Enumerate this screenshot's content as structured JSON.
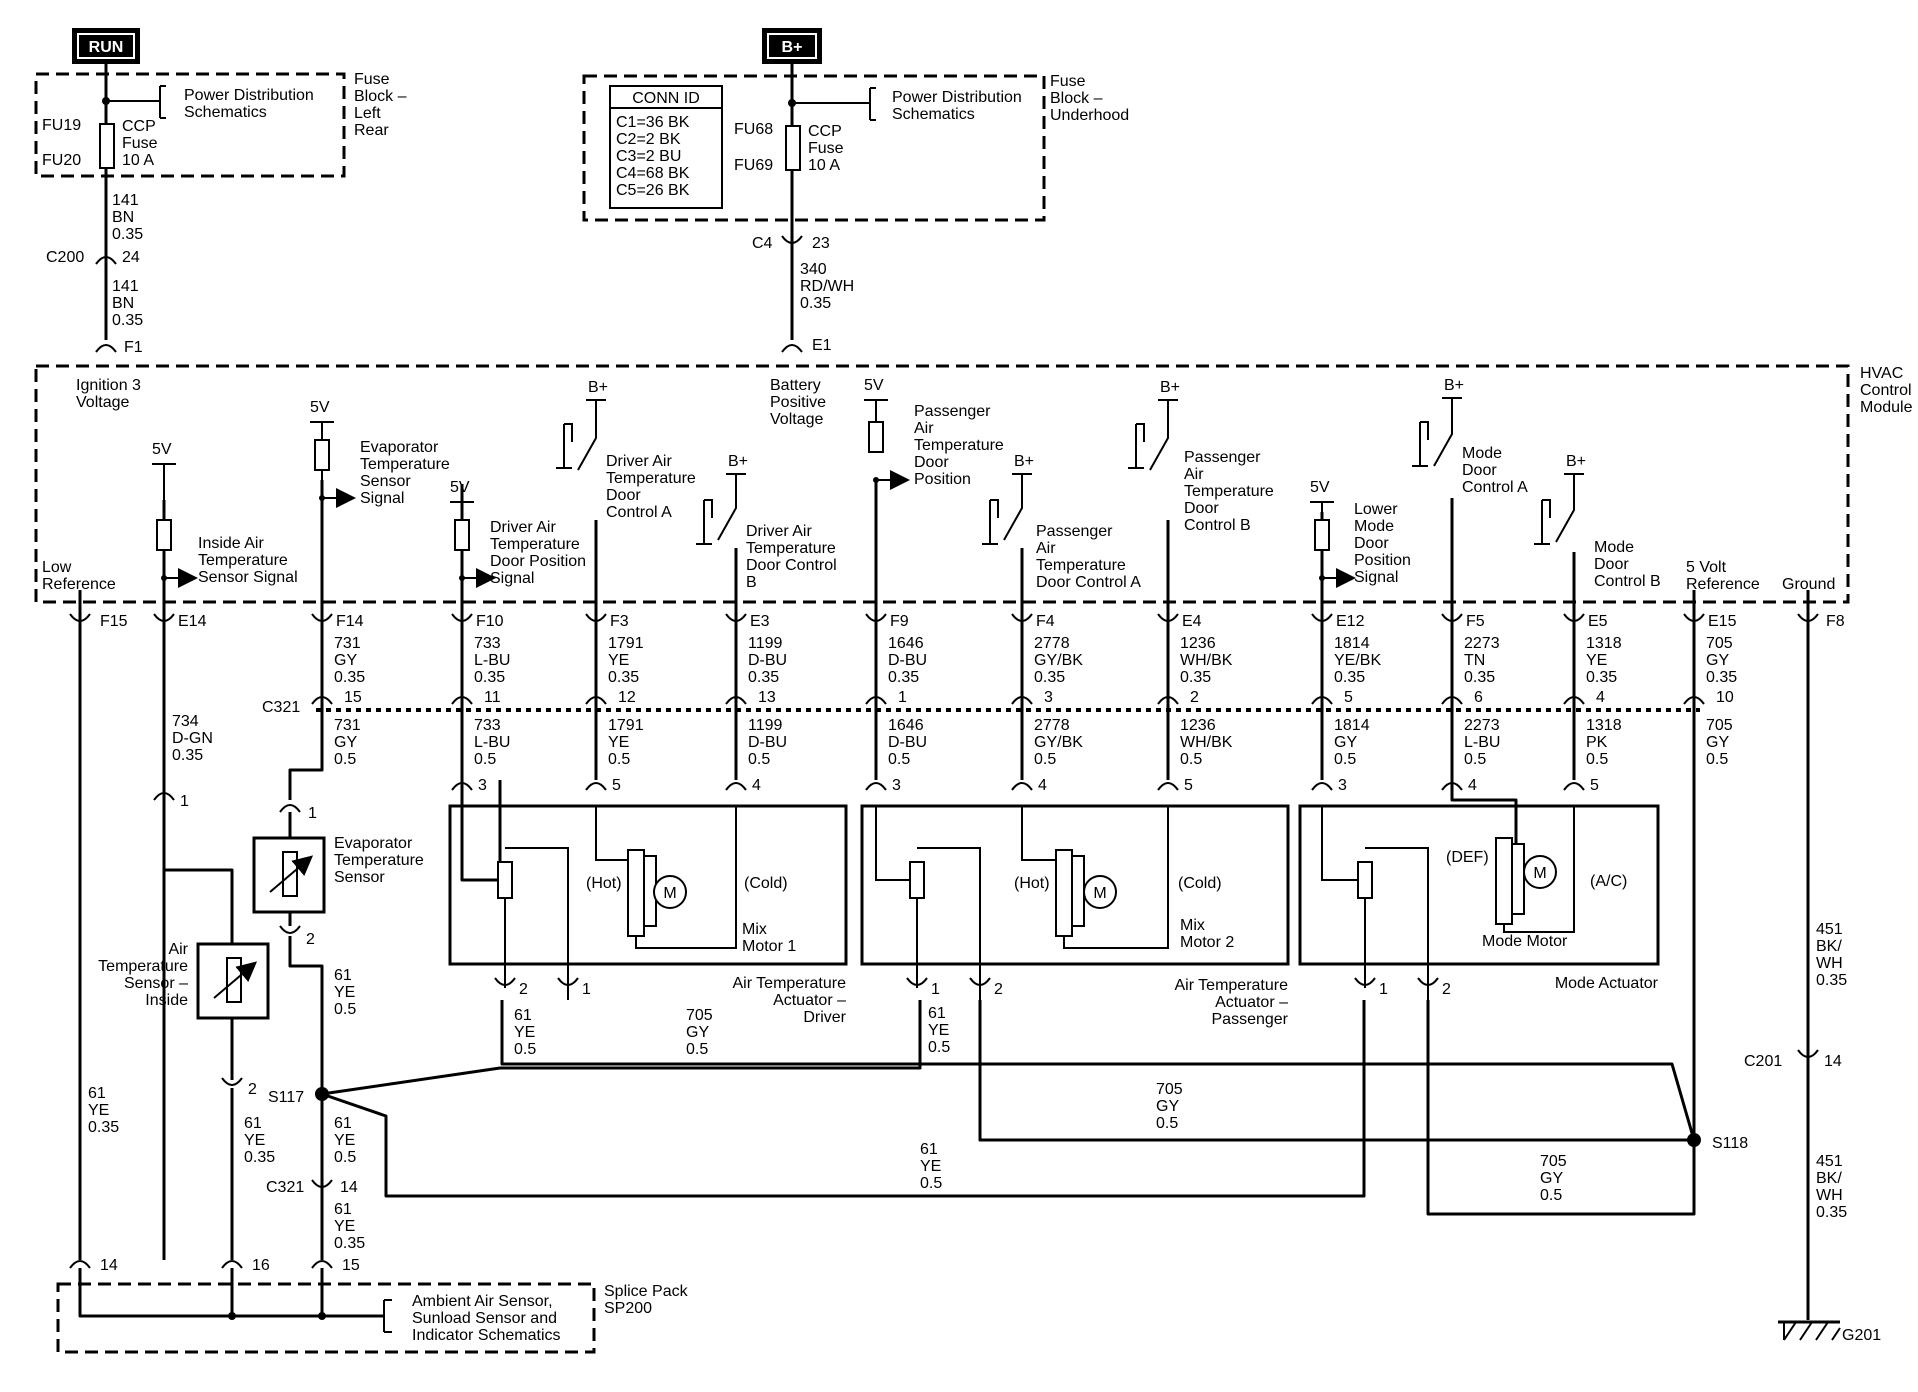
{
  "power": {
    "run": "RUN",
    "bplus": "B+",
    "pds_left": [
      "Power Distribution",
      "Schematics"
    ],
    "pds_right": [
      "Power Distribution",
      "Schematics"
    ],
    "fuse_block_left": [
      "Fuse",
      "Block –",
      "Left",
      "Rear"
    ],
    "fuse_block_right": [
      "Fuse",
      "Block –",
      "Underhood"
    ],
    "fu19": "FU19",
    "fu20": "FU20",
    "fu68": "FU68",
    "fu69": "FU69",
    "ccp_left": [
      "CCP",
      "Fuse",
      "10 A"
    ],
    "ccp_right": [
      "CCP",
      "Fuse",
      "10 A"
    ]
  },
  "conn_id": {
    "title": "CONN ID",
    "rows": [
      "C1=36 BK",
      "C2=2 BK",
      "C3=2 BU",
      "C4=68 BK",
      "C5=26 BK"
    ]
  },
  "wires": {
    "w141a": [
      "141",
      "BN",
      "0.35"
    ],
    "w141b": [
      "141",
      "BN",
      "0.35"
    ],
    "c200": "C200",
    "c200_pin": "24",
    "f1": "F1",
    "c4": "C4",
    "c4_pin": "23",
    "w340": [
      "340",
      "RD/WH",
      "0.35"
    ],
    "e1": "E1"
  },
  "module": {
    "name": [
      "HVAC",
      "Control",
      "Module"
    ],
    "ign": [
      "Ignition 3",
      "Voltage"
    ],
    "batt": [
      "Battery",
      "Positive",
      "Voltage"
    ],
    "low_ref": [
      "Low",
      "Reference"
    ],
    "evap_sig": [
      "Evaporator",
      "Temperature",
      "Sensor",
      "Signal"
    ],
    "inside_sig": [
      "Inside Air",
      "Temperature",
      "Sensor Signal"
    ],
    "drv_pos": [
      "Driver Air",
      "Temperature",
      "Door Position",
      "Signal"
    ],
    "drv_a": [
      "Driver Air",
      "Temperature",
      "Door",
      "Control A"
    ],
    "drv_b": [
      "Driver Air",
      "Temperature",
      "Door Control",
      "B"
    ],
    "pass_pos": [
      "Passenger",
      "Air",
      "Temperature",
      "Door",
      "Position"
    ],
    "pass_a": [
      "Passenger",
      "Air",
      "Temperature",
      "Door Control A"
    ],
    "pass_b": [
      "Passenger",
      "Air",
      "Temperature",
      "Door",
      "Control B"
    ],
    "lower_mode": [
      "Lower",
      "Mode",
      "Door",
      "Position",
      "Signal"
    ],
    "mode_a": [
      "Mode",
      "Door",
      "Control A"
    ],
    "mode_b": [
      "Mode",
      "Door",
      "Control B"
    ],
    "five_ref": [
      "5 Volt",
      "Reference"
    ],
    "ground": "Ground",
    "v5": "5V",
    "bp": "B+"
  },
  "columns": [
    {
      "pin": "F15"
    },
    {
      "pin": "E14"
    },
    {
      "pin": "F14",
      "up": [
        "731",
        "GY",
        "0.35"
      ],
      "cpin": "15",
      "lo": [
        "731",
        "GY",
        "0.5"
      ]
    },
    {
      "pin": "F10",
      "up": [
        "733",
        "L-BU",
        "0.35"
      ],
      "cpin": "11",
      "lo": [
        "733",
        "L-BU",
        "0.5"
      ]
    },
    {
      "pin": "F3",
      "up": [
        "1791",
        "YE",
        "0.35"
      ],
      "cpin": "12",
      "lo": [
        "1791",
        "YE",
        "0.5"
      ]
    },
    {
      "pin": "E3",
      "up": [
        "1199",
        "D-BU",
        "0.35"
      ],
      "cpin": "13",
      "lo": [
        "1199",
        "D-BU",
        "0.5"
      ]
    },
    {
      "pin": "F9",
      "up": [
        "1646",
        "D-BU",
        "0.35"
      ],
      "cpin": "1",
      "lo": [
        "1646",
        "D-BU",
        "0.5"
      ]
    },
    {
      "pin": "F4",
      "up": [
        "2778",
        "GY/BK",
        "0.35"
      ],
      "cpin": "3",
      "lo": [
        "2778",
        "GY/BK",
        "0.5"
      ]
    },
    {
      "pin": "E4",
      "up": [
        "1236",
        "WH/BK",
        "0.35"
      ],
      "cpin": "2",
      "lo": [
        "1236",
        "WH/BK",
        "0.5"
      ]
    },
    {
      "pin": "E12",
      "up": [
        "1814",
        "YE/BK",
        "0.35"
      ],
      "cpin": "5",
      "lo": [
        "1814",
        "GY",
        "0.5"
      ]
    },
    {
      "pin": "F5",
      "up": [
        "2273",
        "TN",
        "0.35"
      ],
      "cpin": "6",
      "lo": [
        "2273",
        "L-BU",
        "0.5"
      ]
    },
    {
      "pin": "E5",
      "up": [
        "1318",
        "YE",
        "0.35"
      ],
      "cpin": "4",
      "lo": [
        "1318",
        "PK",
        "0.5"
      ]
    },
    {
      "pin": "E15",
      "up": [
        "705",
        "GY",
        "0.35"
      ],
      "cpin": "10",
      "lo": [
        "705",
        "GY",
        "0.5"
      ]
    },
    {
      "pin": "F8"
    }
  ],
  "c321": "C321",
  "act_pins": {
    "d3": "3",
    "d5": "5",
    "d4": "4",
    "p3": "3",
    "p4": "4",
    "p5": "5",
    "m3": "3",
    "m4": "4",
    "m5": "5",
    "d2": "2",
    "d1": "1",
    "p1": "1",
    "p2": "2",
    "m1": "1",
    "m2": "2"
  },
  "actuators": {
    "drv_name": [
      "Air Temperature",
      "Actuator –",
      "Driver"
    ],
    "pass_name": [
      "Air Temperature",
      "Actuator –",
      "Passenger"
    ],
    "mode_name": "Mode Actuator",
    "hot": "(Hot)",
    "cold": "(Cold)",
    "mix1": [
      "Mix",
      "Motor 1"
    ],
    "mix2": [
      "Mix",
      "Motor 2"
    ],
    "def": "(DEF)",
    "ac": "(A/C)",
    "mode_motor": "Mode Motor",
    "m": "M"
  },
  "sensors": {
    "evap": [
      "Evaporator",
      "Temperature",
      "Sensor"
    ],
    "inside": [
      "Air",
      "Temperature",
      "Sensor –",
      "Inside"
    ],
    "evap_p1": "1",
    "evap_p2": "2",
    "ins_p1": "1",
    "ins_p2": "2"
  },
  "lower": {
    "w734": [
      "734",
      "D-GN",
      "0.35"
    ],
    "w61_evap": [
      "61",
      "YE",
      "0.5"
    ],
    "w61_drv": [
      "61",
      "YE",
      "0.5"
    ],
    "w61_pass": [
      "61",
      "YE",
      "0.5"
    ],
    "w705_drv": [
      "705",
      "GY",
      "0.5"
    ],
    "w705_mid": [
      "705",
      "GY",
      "0.5"
    ],
    "w61_mode": [
      "61",
      "YE",
      "0.5"
    ],
    "w705_right": [
      "705",
      "GY",
      "0.5"
    ],
    "s117": "S117",
    "s118": "S118",
    "w61_s117": [
      "61",
      "YE",
      "0.5"
    ],
    "c321b": "C321",
    "c321b_pin": "14",
    "w61_sp": [
      "61",
      "YE",
      "0.35"
    ],
    "w61_left": [
      "61",
      "YE",
      "0.35"
    ],
    "w61_ins": [
      "61",
      "YE",
      "0.35"
    ],
    "sp_pins": [
      "14",
      "16",
      "15"
    ],
    "splice_pack": [
      "Splice Pack",
      "SP200"
    ],
    "ambient": [
      "Ambient Air Sensor,",
      "Sunload Sensor and",
      "Indicator Schematics"
    ],
    "w451a": [
      "451",
      "BK/",
      "WH",
      "0.35"
    ],
    "c201": "C201",
    "c201_pin": "14",
    "w451b": [
      "451",
      "BK/",
      "WH",
      "0.35"
    ],
    "g201": "G201"
  }
}
